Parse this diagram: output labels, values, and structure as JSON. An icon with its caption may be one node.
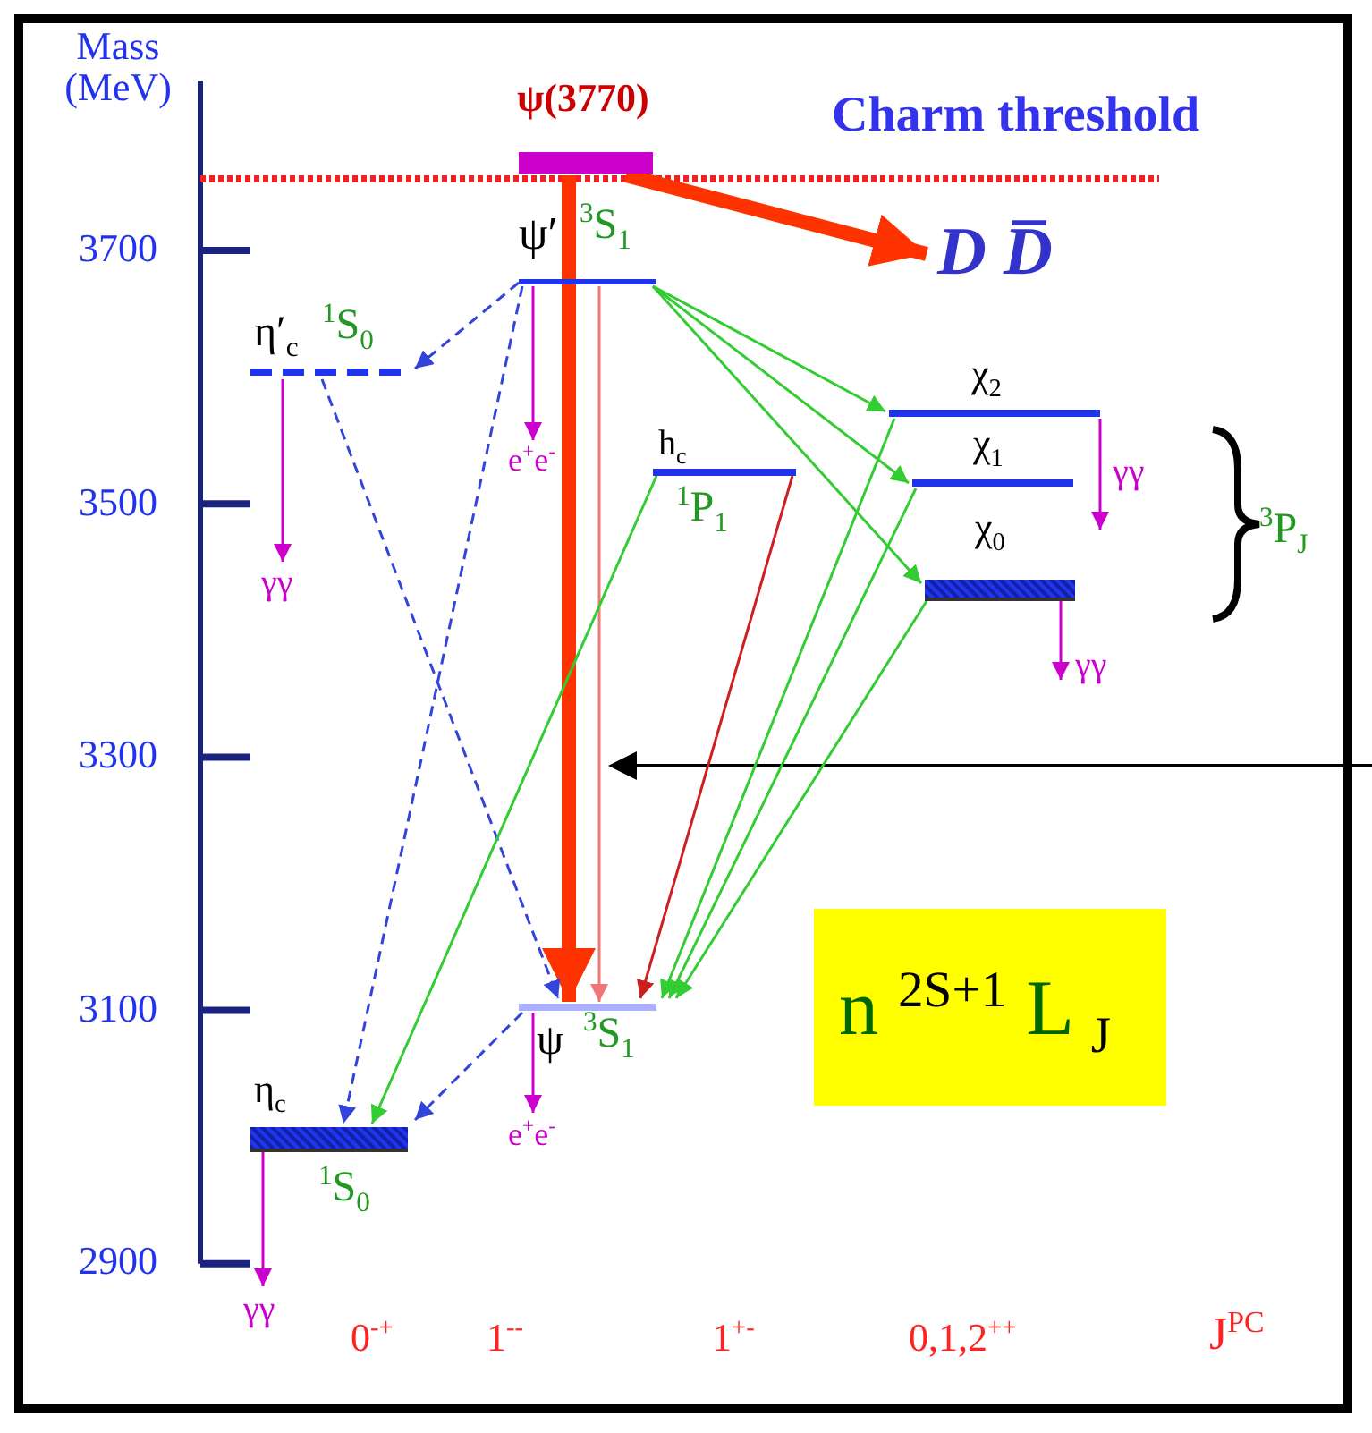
{
  "diagram": {
    "nodes": [
      {
        "text": [
          "ψ(3770)"
        ]
      },
      {
        "text": [
          "ψ′",
          "$^{3}$S$_{1}$"
        ]
      },
      {
        "text": [
          "η′$_{c}$",
          "$^{1}$S$_{0}$"
        ]
      },
      {
        "text": [
          "h$_{c}$",
          "$^{1}$P$_{1}$"
        ]
      },
      {
        "text": [
          "χ$_{2}$"
        ]
      },
      {
        "text": [
          "χ$_{1}$"
        ]
      },
      {
        "text": [
          "χ$_{0}$"
        ]
      },
      {
        "text": [
          "ψ",
          "$^{3}$S$_{1}$"
        ]
      },
      {
        "text": [
          "η$_{c}$",
          "$^{1}$S$_{0}$"
        ]
      },
      {
        "text": [
          "D D̅"
        ]
      },
      {
        "text": [
          "γγ"
        ]
      },
      {
        "text": [
          "e$^{+}$e$^{-}$"
        ]
      },
      {
        "text": [
          "γγ"
        ]
      },
      {
        "text": [
          "γγ"
        ]
      },
      {
        "text": [
          "e$^{+}$e$^{-}$"
        ]
      },
      {
        "text": [
          "γγ"
        ]
      },
      {
        "text": [
          "n $^{2S+1}$ L $_{J}$"
        ]
      }
    ],
    "edges": [
      {
        "from": 0,
        "to": 7,
        "arrow": "to",
        "style": "thick",
        "color": "#ff3300"
      },
      {
        "from": 0,
        "to": 9,
        "arrow": "to",
        "style": "thick",
        "color": "#ff3300"
      },
      {
        "from": 1,
        "to": 7,
        "arrow": "to",
        "color": "#ee7777"
      },
      {
        "from": 1,
        "to": 2,
        "arrow": "to",
        "style": "dashed",
        "color": "#3344dd"
      },
      {
        "from": 1,
        "to": 8,
        "arrow": "to",
        "style": "dashed",
        "color": "#3344dd"
      },
      {
        "from": 2,
        "to": 7,
        "arrow": "to",
        "style": "dashed",
        "color": "#3344dd"
      },
      {
        "from": 7,
        "to": 8,
        "arrow": "to",
        "style": "dashed",
        "color": "#3344dd"
      },
      {
        "from": 1,
        "to": 4,
        "arrow": "to"
      },
      {
        "from": 1,
        "to": 5,
        "arrow": "to"
      },
      {
        "from": 1,
        "to": 6,
        "arrow": "to"
      },
      {
        "from": 3,
        "to": 8,
        "arrow": "to"
      },
      {
        "from": 3,
        "to": 7,
        "arrow": "to",
        "color": "#cc2020"
      },
      {
        "from": 4,
        "to": 7,
        "arrow": "to"
      },
      {
        "from": 5,
        "to": 7,
        "arrow": "to"
      },
      {
        "from": 6,
        "to": 7,
        "arrow": "to"
      },
      {
        "from": 2,
        "to": 10,
        "arrow": "to",
        "color": "#cc00cc"
      },
      {
        "from": 1,
        "to": 11,
        "arrow": "to",
        "color": "#cc00cc"
      },
      {
        "from": 4,
        "to": 12,
        "arrow": "to",
        "color": "#cc00cc"
      },
      {
        "from": 6,
        "to": 13,
        "arrow": "to",
        "color": "#cc00cc"
      },
      {
        "from": 7,
        "to": 14,
        "arrow": "to",
        "color": "#cc00cc"
      },
      {
        "from": 8,
        "to": 15,
        "arrow": "to",
        "color": "#cc00cc"
      }
    ],
    "labels": [
      "Mass (MeV)",
      "Charm threshold",
      "3700",
      "3500",
      "$^{3}$P$_{J}$",
      "3300",
      "3100",
      "2900",
      "0$^{-+}$",
      "1$^{--}$",
      "1$^{+-}$",
      "0,1,2$^{++}$",
      "J$^{PC}$"
    ]
  }
}
